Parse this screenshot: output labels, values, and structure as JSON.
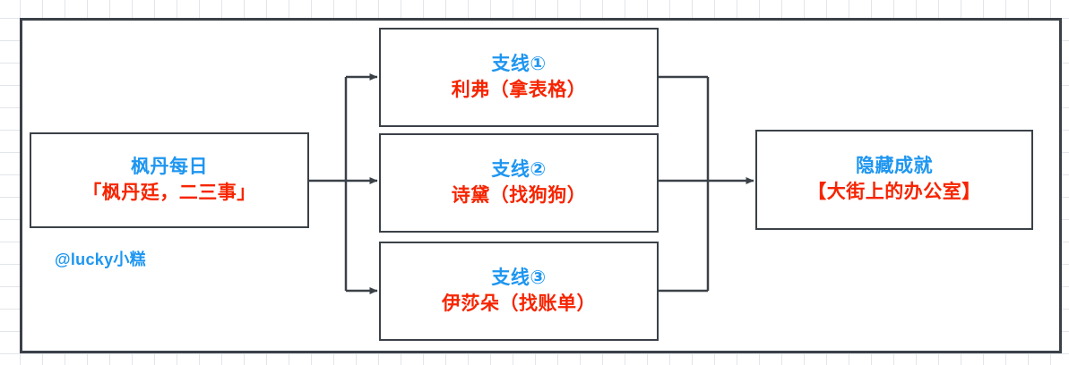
{
  "diagram": {
    "title_watermark": "@lucky小糕",
    "colors": {
      "heading_blue": "#1E96F0",
      "body_red": "#F62400",
      "border_gray": "#3b4148",
      "canvas_bg": "#FFFFFF",
      "grid_line": "#E2E5E9"
    },
    "nodes": {
      "source": {
        "heading": "枫丹每日",
        "detail": "「枫丹廷，二三事」"
      },
      "branch_1": {
        "heading": "支线①",
        "detail": "利弗（拿表格）"
      },
      "branch_2": {
        "heading": "支线②",
        "detail": "诗黛（找狗狗）"
      },
      "branch_3": {
        "heading": "支线③",
        "detail": "伊莎朵（找账单）"
      },
      "goal": {
        "heading": "隐藏成就",
        "detail": "【大街上的办公室】"
      }
    },
    "edges": [
      {
        "from": "source",
        "to": "branch_1",
        "style": "orthogonal-arrow"
      },
      {
        "from": "source",
        "to": "branch_2",
        "style": "orthogonal-arrow"
      },
      {
        "from": "source",
        "to": "branch_3",
        "style": "orthogonal-arrow"
      },
      {
        "from": "branch_1",
        "to": "goal",
        "style": "orthogonal-merge"
      },
      {
        "from": "branch_2",
        "to": "goal",
        "style": "orthogonal-merge"
      },
      {
        "from": "branch_3",
        "to": "goal",
        "style": "orthogonal-merge"
      }
    ]
  }
}
